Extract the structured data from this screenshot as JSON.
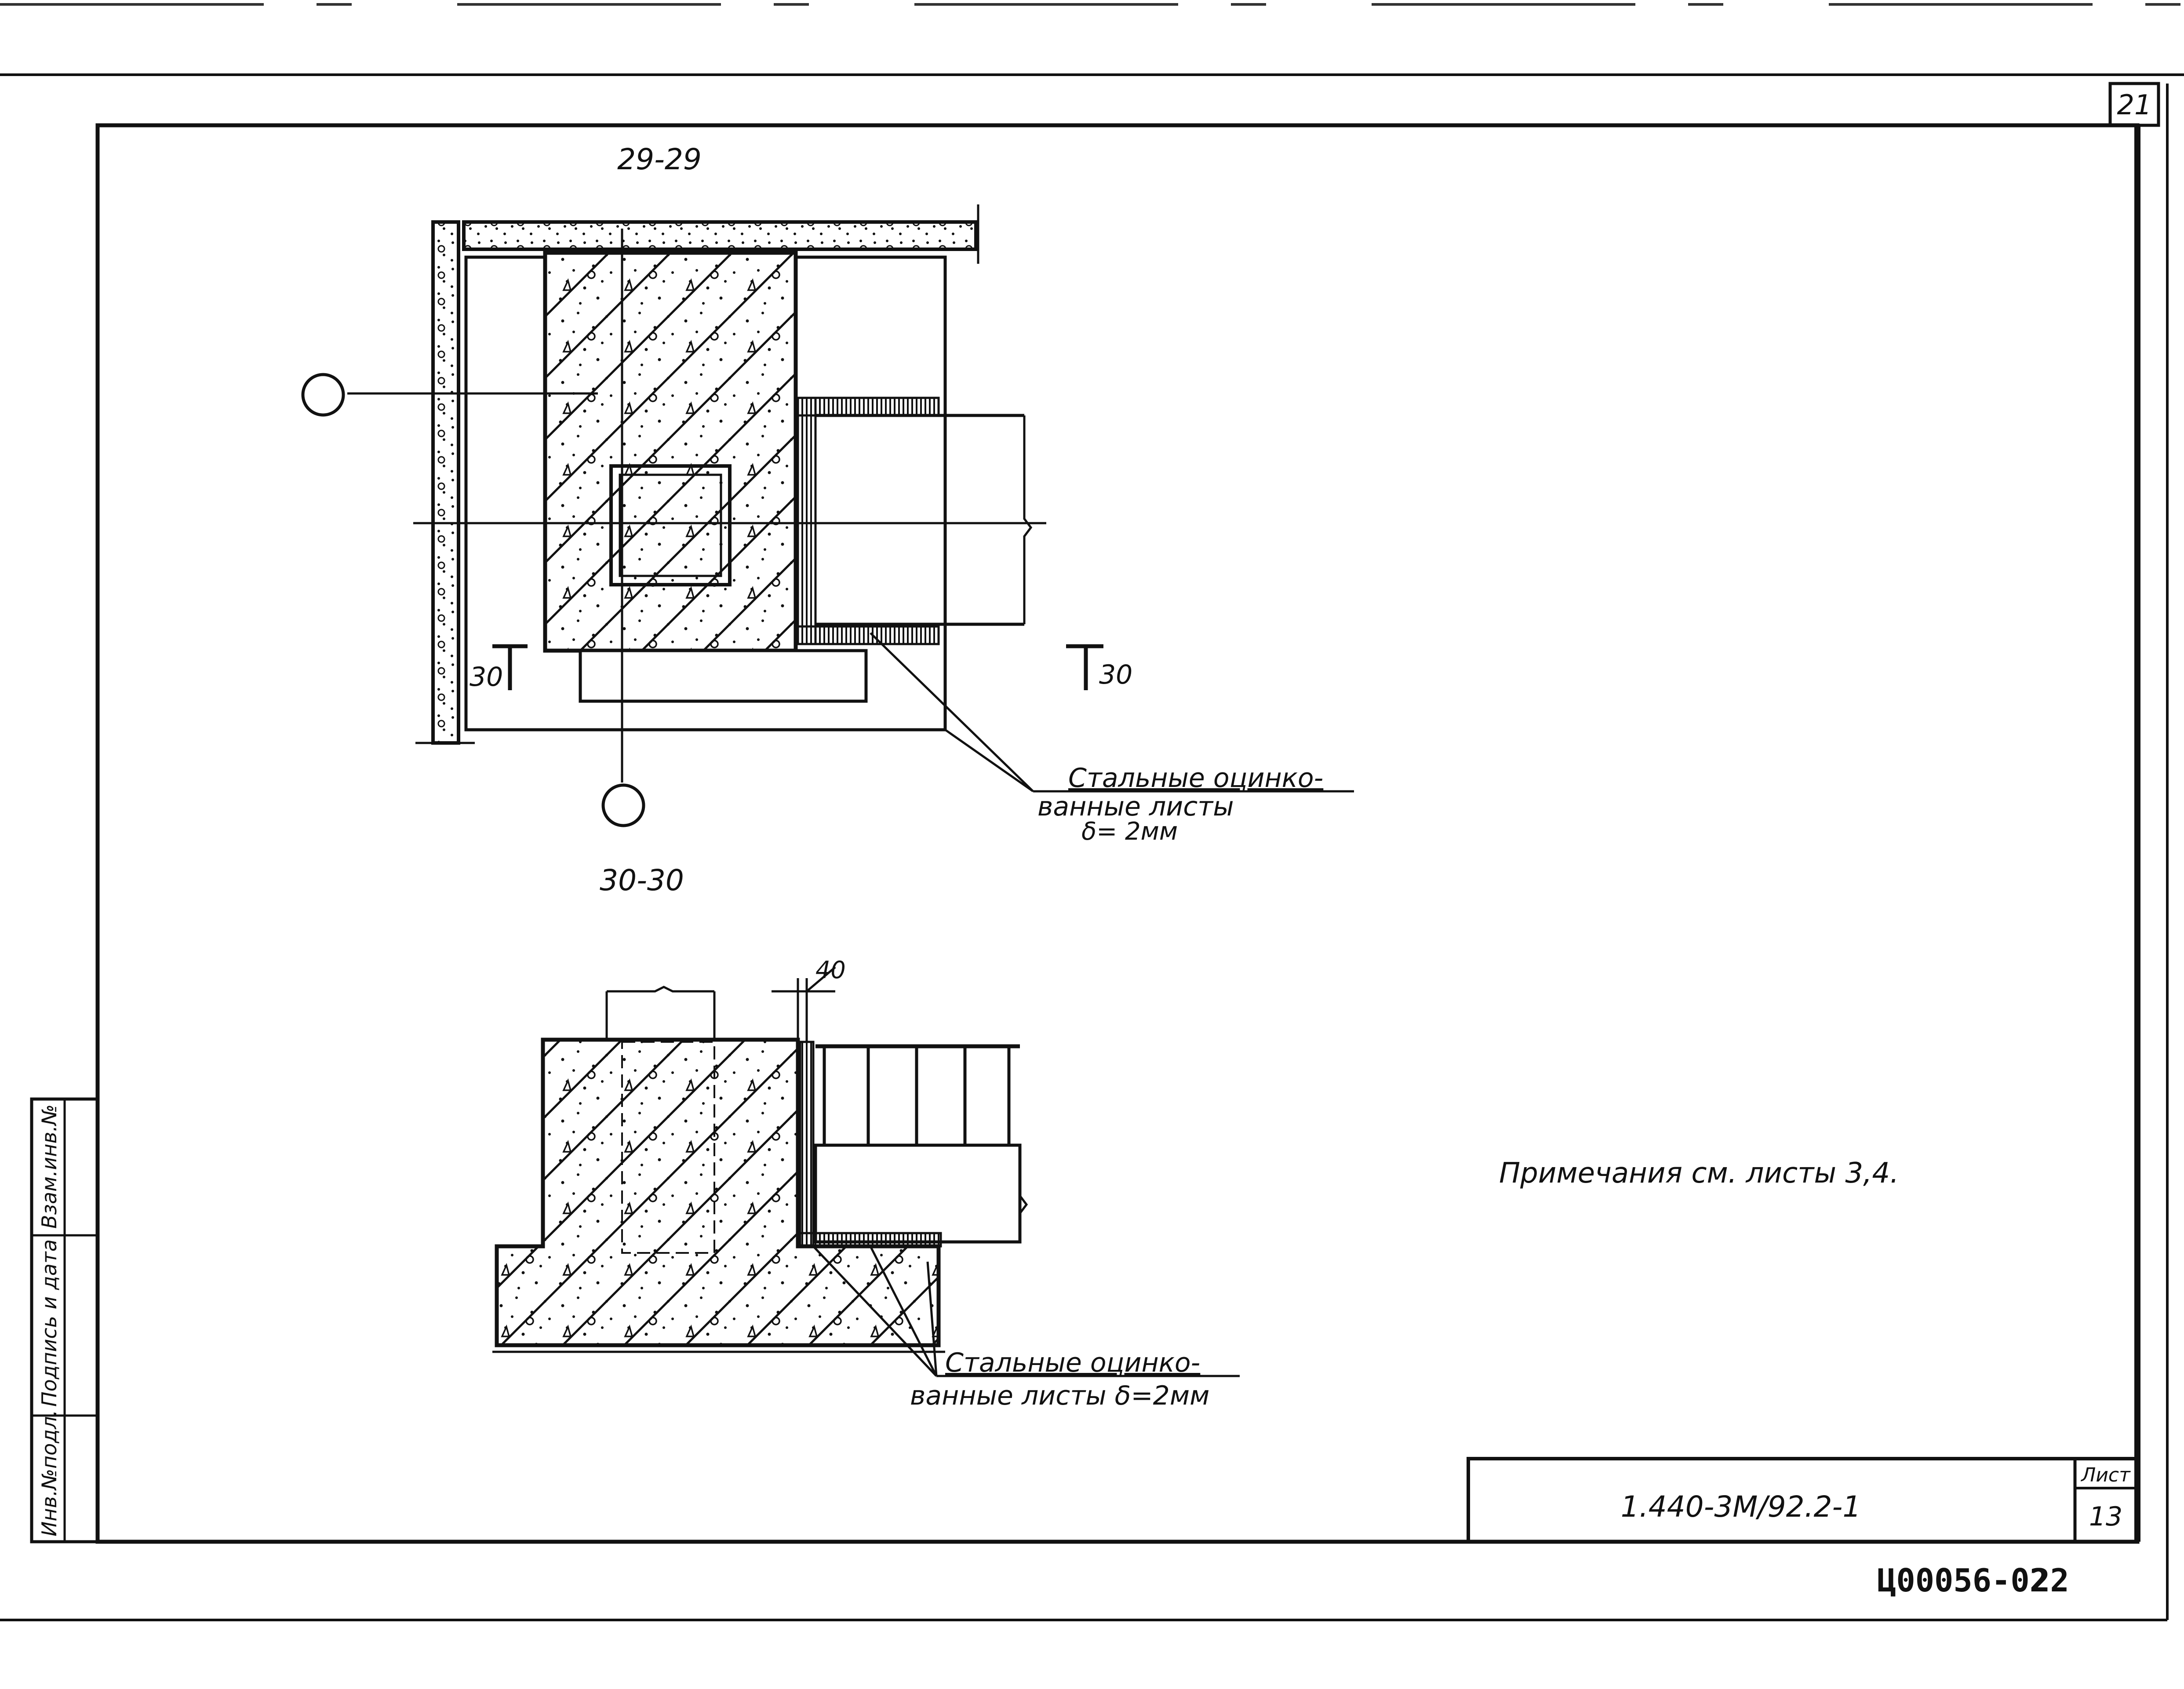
{
  "sheet": {
    "corner_number": "21",
    "document_code": "1.440-3М/92.2-1",
    "sheet_label": "Лист",
    "sheet_number": "13",
    "archive_stamp": "Ц00056-02",
    "archive_page": "22"
  },
  "section_29": {
    "title": "29-29",
    "cut_mark_left": "30",
    "cut_mark_right": "30",
    "callout": {
      "line1": "Стальные оцинко-",
      "line2": "ванные листы",
      "line3": "δ= 2мм"
    }
  },
  "section_30": {
    "title": "30-30",
    "dimension": "40",
    "callout": {
      "line1": "Стальные оцинко-",
      "line2": "ванные листы δ=2мм"
    }
  },
  "note": "Примечания см. листы 3,4.",
  "side_stamp": {
    "col1": "Инв.№подл.",
    "col2": "Подпись и дата",
    "col3": "Взам.инв.№"
  }
}
